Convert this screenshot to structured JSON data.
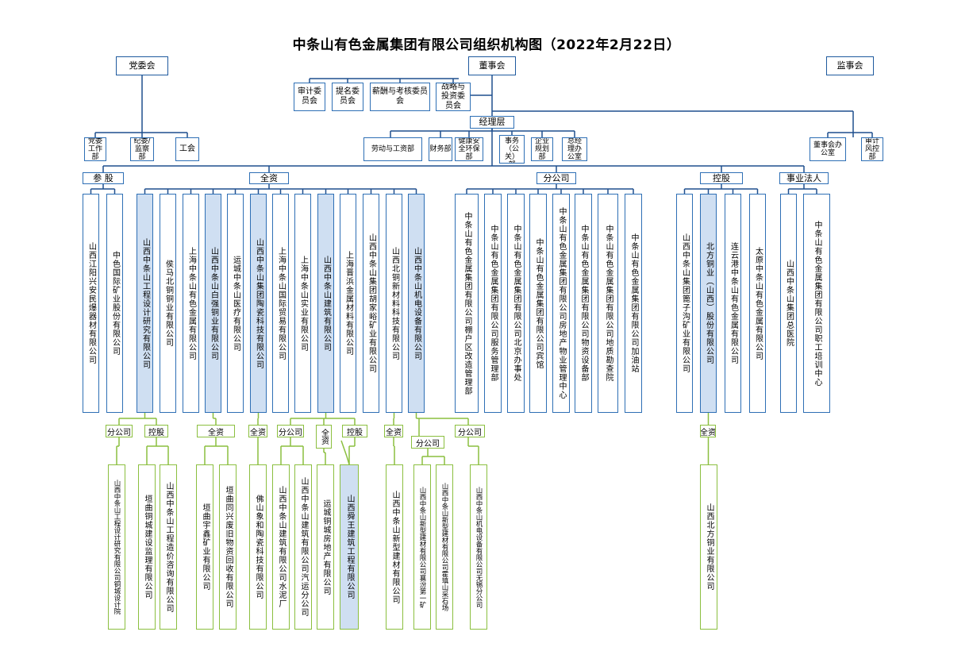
{
  "title": "中条山有色金属集团有限公司组织机构图（2022年2月22日）",
  "top": {
    "party_committee": "党委会",
    "board": "董事会",
    "supervisory": "监事会",
    "management": "经理层"
  },
  "committees": [
    "审计委员会",
    "提名委员会",
    "薪酬与考核委员会",
    "战略与投资委员会"
  ],
  "party_depts": [
    "党委工作部",
    "纪委/监察部",
    "工会"
  ],
  "mgmt_depts": [
    "劳动与工资部",
    "财务部",
    "健康安全环保部",
    "法律事务（公关）部",
    "企业规划部",
    "总经理办公室"
  ],
  "board_depts": [
    "董事会办公室",
    "审计风控部"
  ],
  "categories": {
    "participate": "参 股",
    "wholly": "全资",
    "branch": "分公司",
    "holding": "控股",
    "public": "事业法人"
  },
  "participate_companies": [
    "山西江阳兴安民爆器材有限公司",
    "中色国际矿业股份有限公司"
  ],
  "wholly_companies": [
    "山西中条山工程设计研究有限公司",
    "侯马北铜铜业有限公司",
    "上海中条山有色金属有限公司",
    "山西中条山白强铜业有限公司",
    "运城中条山医疗有限公司",
    "山西中条山集团陶瓷科技有限公司",
    "上海中条山国际贸易有限公司",
    "上海中条山实业有限公司",
    "山西中条山建筑有限公司",
    "上海晋浜金属材料有限公司",
    "山西中条山集团胡家峪矿业有限公司",
    "山西北铜新材料科技有限公司",
    "山西中条山机电设备有限公司"
  ],
  "branch_companies": [
    "中条山有色金属集团有限公司棚户区改造管理部",
    "中条山有色金属集团有限公司服务管理部",
    "中条山有色金属集团有限公司北京办事处",
    "中条山有色金属集团有限公司宾馆",
    "中条山有色金属集团有限公司房地产物业管理中心",
    "中条山有色金属集团有限公司物资设备部",
    "中条山有色金属集团有限公司地质勘查院",
    "中条山有色金属集团有限公司加油站"
  ],
  "holding_companies": [
    "山西中条山集团篦子沟矿业有限公司",
    "北方铜业（山西）股份有限公司",
    "连云港中条山有色金属有限公司",
    "太原中条山有色金属有限公司"
  ],
  "public_companies": [
    "山西中条山集团总医院",
    "中条山有色金属集团有限公司职工培训中心"
  ],
  "sub_labels": [
    "分公司",
    "控股",
    "全资",
    "全资",
    "分公司",
    "全资",
    "控股",
    "全资",
    "分公司",
    "分公司",
    "全资"
  ],
  "sub_companies": [
    "山西中条山工程设计研究有限公司铜城设计院",
    "垣曲铜城建设监理有限公司",
    "山西中条山工程造价咨询有限公司",
    "垣曲宇鑫矿业有限公司",
    "垣曲同兴废旧物资回收有限公司",
    "佛山象和陶瓷科技有限公司",
    "山西中条山建筑有限公司水泥厂",
    "山西中条山建筑有限公司汽运分公司",
    "运城铜城房地产有限公司",
    "山西舜王建筑工程有限公司",
    "山西中条山新型建材有限公司",
    "山西中条山新型建材有限公司襄汾第一矿",
    "山西中条山新型建材有限公司霍瑱山采石场",
    "山西中条山机电设备有限公司无锡分公司",
    "山西北方铜业有限公司"
  ]
}
